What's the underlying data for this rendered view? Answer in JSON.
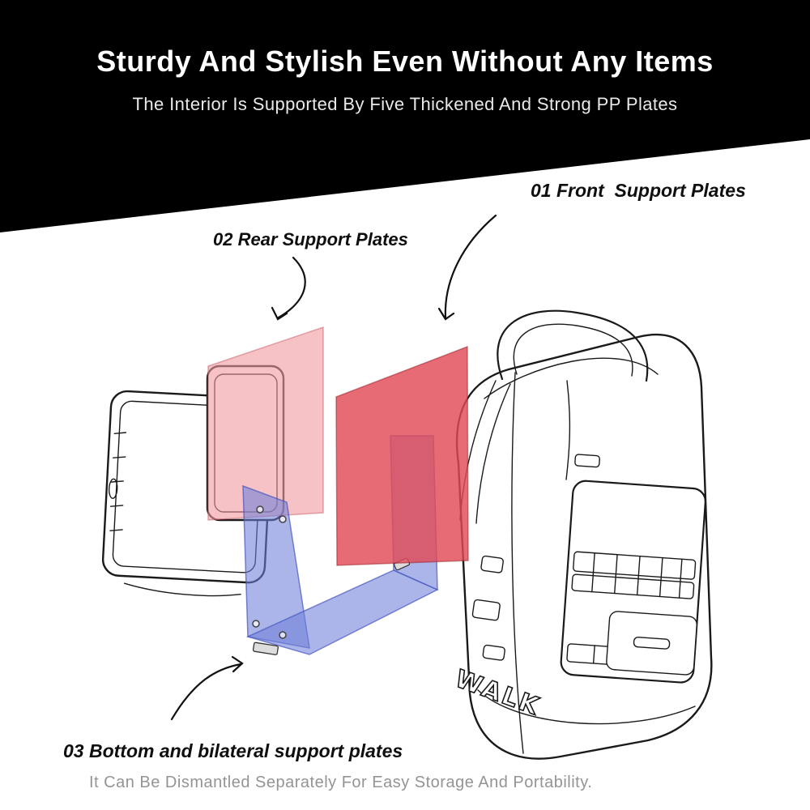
{
  "header": {
    "title": "Sturdy And Stylish Even Without Any Items",
    "subtitle": "The Interior Is Supported By Five Thickened And Strong PP Plates"
  },
  "annotations": {
    "front_label": "01 Front  Support Plates",
    "rear_label": "02 Rear Support Plates",
    "bottom_label": "03 Bottom and bilateral support plates",
    "caption": "It Can Be Dismantled Separately For Easy Storage And Portability."
  },
  "illustration": {
    "bag_text": "WALK",
    "colors": {
      "front_plate": "#e14b55",
      "rear_plate": "#f09aa0",
      "bottom_plate": "#6f7fd9",
      "sketch_line": "#1a1a1a",
      "header_bg": "#000000",
      "caption_text": "#949494"
    }
  }
}
